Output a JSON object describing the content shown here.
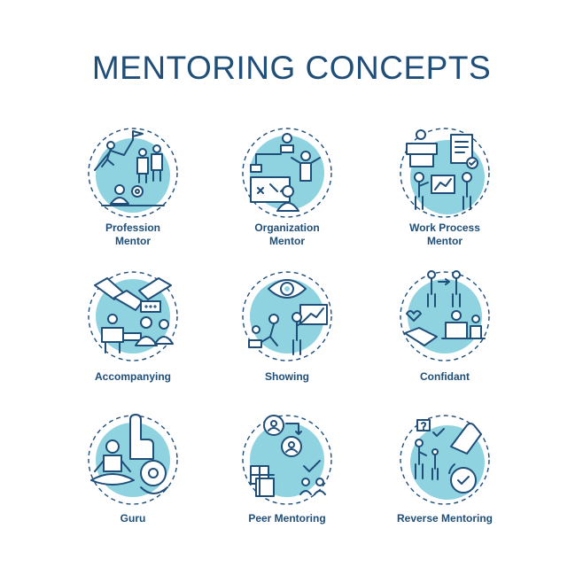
{
  "title": "MENTORING CONCEPTS",
  "colors": {
    "text": "#1f4e79",
    "accent": "#8fd3e0",
    "background": "#ffffff"
  },
  "concepts": [
    {
      "label": "Profession\nMentor",
      "icon": "climbing-team-icon"
    },
    {
      "label": "Organization\nMentor",
      "icon": "organization-board-icon"
    },
    {
      "label": "Work Process\nMentor",
      "icon": "work-process-icon"
    },
    {
      "label": "Accompanying",
      "icon": "handshake-icon"
    },
    {
      "label": "Showing",
      "icon": "eye-presentation-icon"
    },
    {
      "label": "Confidant",
      "icon": "confidant-icon"
    },
    {
      "label": "Guru",
      "icon": "guru-meditation-icon"
    },
    {
      "label": "Peer Mentoring",
      "icon": "peer-circle-icon"
    },
    {
      "label": "Reverse Mentoring",
      "icon": "reverse-mentoring-icon"
    }
  ]
}
